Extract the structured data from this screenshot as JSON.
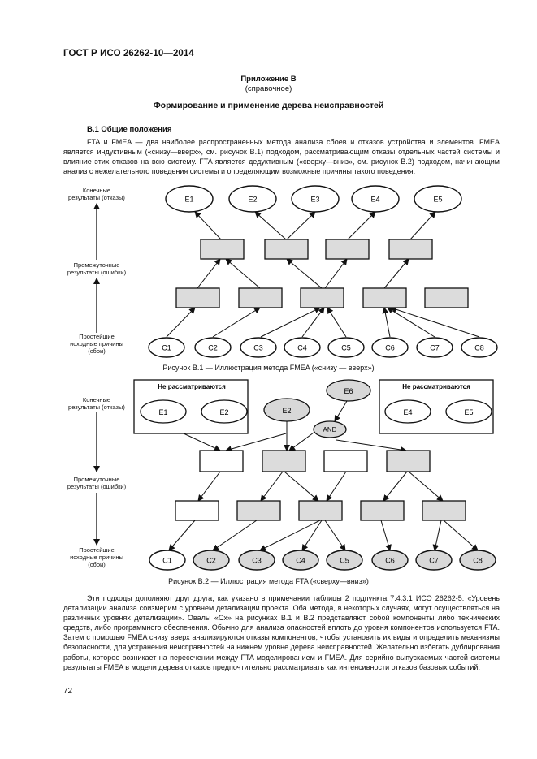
{
  "header": {
    "doc_code": "ГОСТ Р ИСО 26262-10—2014"
  },
  "annex": {
    "label": "Приложение В",
    "type": "(справочное)",
    "title": "Формирование и применение дерева неисправностей"
  },
  "section": {
    "title": "В.1 Общие положения"
  },
  "paragraph1": "FTA и FMEA — два наиболее распространенных метода анализа сбоев и отказов устройства и элементов. FMEA является индуктивным («снизу—вверх», см. рисунок В.1) подходом, рассматривающим отказы отдельных частей системы и влияние этих отказов на всю систему. FTA является дедуктивным («сверху—вниз», см. рисунок В.2) подходом, начинающим анализ с нежелательного поведения системы и определяющим возможные причины такого поведения.",
  "figure1": {
    "levels": {
      "top": [
        "Конечные",
        "результаты (отказы)"
      ],
      "middle": [
        "Промежуточные",
        "результаты (ошибки)"
      ],
      "bottom": [
        "Простейшие",
        "исходные причины",
        "(сбои)"
      ]
    },
    "top_nodes": [
      "E1",
      "E2",
      "E3",
      "E4",
      "E5"
    ],
    "bottom_nodes": [
      "C1",
      "C2",
      "C3",
      "C4",
      "C5",
      "C6",
      "C7",
      "C8"
    ],
    "caption": "Рисунок В.1 — Иллюстрация метода FMEA («снизу — вверх»)"
  },
  "figure2": {
    "levels": {
      "top": [
        "Конечные",
        "результаты (отказы)"
      ],
      "middle": [
        "Промежуточные",
        "результаты (ошибки)"
      ],
      "bottom": [
        "Простейшие",
        "исходные причины",
        "(сбои)"
      ]
    },
    "not_considered_label": "Не рассматриваются",
    "top_event": "E6",
    "gate": "AND",
    "left_group": [
      "E1",
      "E2"
    ],
    "focus_node": "E2",
    "right_group": [
      "E4",
      "E5"
    ],
    "bottom_nodes": [
      "C1",
      "C2",
      "C3",
      "C4",
      "C5",
      "C6",
      "C7",
      "C8"
    ],
    "caption": "Рисунок В.2 — Иллюстрация метода FTA («сверху—вниз»)"
  },
  "paragraph2": "Эти подходы дополняют друг друга, как указано в примечании таблицы 2 подпункта 7.4.3.1 ИСО 26262-5: «Уровень детализации анализа соизмерим с уровнем детализации проекта. Оба метода, в некоторых случаях, могут осуществляться на различных уровнях детализации». Овалы «Cx» на рисунках В.1 и В.2 представляют собой компоненты либо технических средств, либо программного обеспечения. Обычно для анализа опасностей вплоть до уровня компонентов используется FTA. Затем с помощью FMEA снизу вверх анализируются отказы компонентов, чтобы установить их виды и определить механизмы безопасности, для устранения неисправностей на нижнем уровне дерева неисправностей. Желательно избегать дублирования работы, которое возникает на пересечении между FTA моделированием и FMEA. Для серийно выпускаемых частей системы результаты FMEA в модели дерева отказов предпочтительно рассматривать как интенсивности отказов базовых событий.",
  "page_number": "72"
}
